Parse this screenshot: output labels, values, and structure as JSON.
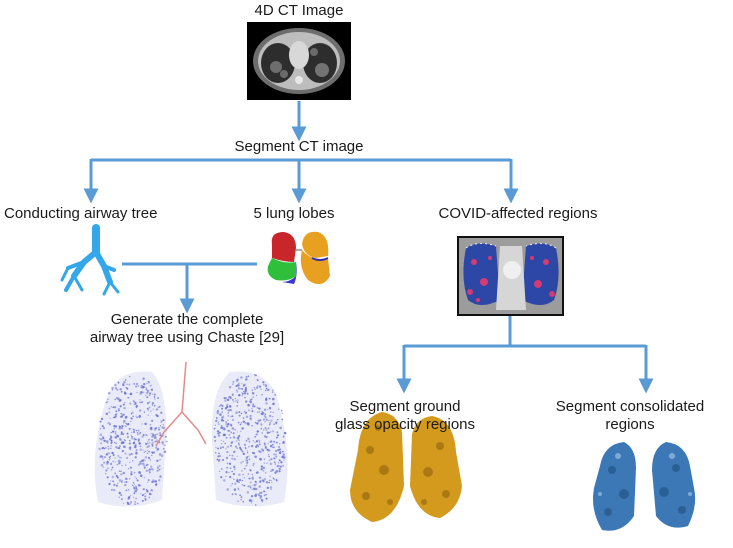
{
  "nodes": {
    "ct_image": {
      "label": "4D CT Image"
    },
    "segment_ct": {
      "label": "Segment CT image"
    },
    "airway": {
      "label": "Conducting airway tree"
    },
    "lobes": {
      "label": "5 lung lobes"
    },
    "covid": {
      "label": "COVID-affected regions"
    },
    "complete_airway": {
      "line1": "Generate the complete",
      "line2": "airway tree using Chaste [29]"
    },
    "ggo": {
      "line1": "Segment ground",
      "line2": "glass opacity regions"
    },
    "consolidated": {
      "line1": "Segment consolidated",
      "line2": "regions"
    }
  },
  "colors": {
    "arrow": "#5b9bd5",
    "airway": "#33a7ea",
    "ggo": "#d49a1d",
    "consolidated": "#3c78b5",
    "tree_points": "#6b72cf",
    "tree_trunk": "#e58a8a"
  }
}
